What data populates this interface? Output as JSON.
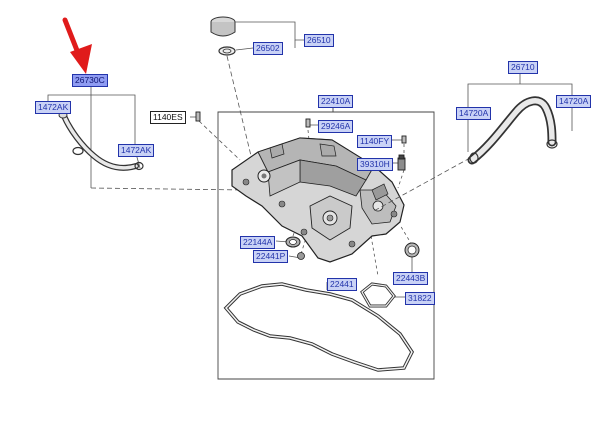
{
  "colors": {
    "accent_arrow": "#e01b1b",
    "label_fill": "#c9d2f6",
    "label_fill_highlight": "#8f9cf2",
    "label_text": "#2233aa",
    "line": "#444444"
  },
  "callouts": {
    "c26730C": "26730C",
    "c1472AK_left": "1472AK",
    "c1472AK_right": "1472AK",
    "c26510": "26510",
    "c26502": "26502",
    "c1140ES_left": "1140ES",
    "c22410A": "22410A",
    "c29246A": "29246A",
    "c1140FY": "1140FY",
    "c39310H": "39310H",
    "c26710": "26710",
    "c14720A_left": "14720A",
    "c14720A_right": "14720A",
    "c22144A": "22144A",
    "c22441P": "22441P",
    "c22441": "22441",
    "c22443B": "22443B",
    "c31822": "31822"
  }
}
